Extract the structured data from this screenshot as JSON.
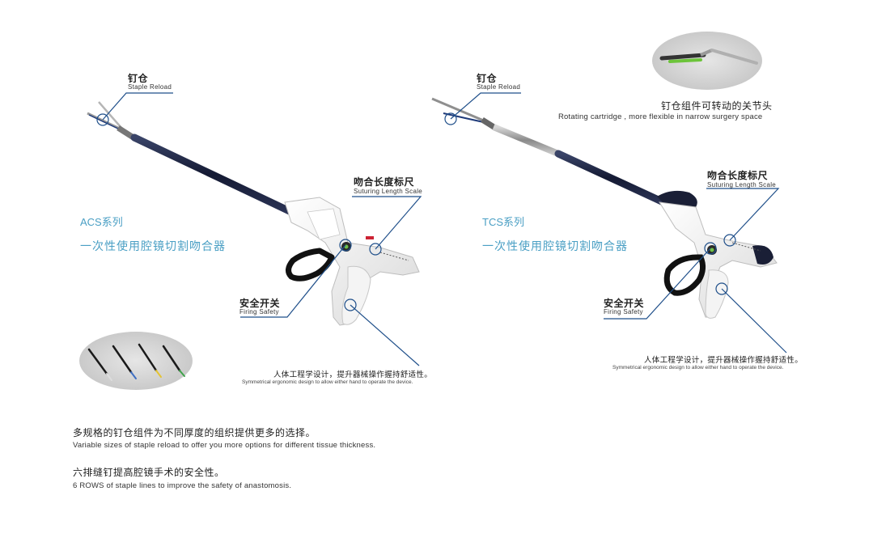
{
  "colors": {
    "accent": "#4a9fc4",
    "callout_line": "#1f4f8a",
    "shaft": "#1c2340",
    "handle": "#f2f2f2"
  },
  "left_product": {
    "series_name": "ACS系列",
    "series_desc": "一次性使用腔镜切割吻合器",
    "callout_reload_zh": "钉仓",
    "callout_reload_en": "Staple Reload",
    "callout_scale_zh": "吻合长度标尺",
    "callout_scale_en": "Suturing Length Scale",
    "callout_safety_zh": "安全开关",
    "callout_safety_en": "Firing Safety",
    "ergonomic_zh": "人体工程学设计，提升器械操作握持舒适性。",
    "ergonomic_en": "Symmetrical ergonomic design to allow either hand to operate the device."
  },
  "right_product": {
    "series_name": "TCS系列",
    "series_desc": "一次性使用腔镜切割吻合器",
    "callout_reload_zh": "钉仓",
    "callout_reload_en": "Staple Reload",
    "rotating_zh": "钉仓组件可转动的关节头",
    "rotating_en": "Rotating cartridge , more flexible in narrow surgery space",
    "callout_scale_zh": "吻合长度标尺",
    "callout_scale_en": "Suturing Length Scale",
    "callout_safety_zh": "安全开关",
    "callout_safety_en": "Firing Safety",
    "ergonomic_zh": "人体工程学设计，提升器械操作握持舒适性。",
    "ergonomic_en": "Symmetrical ergonomic design to allow either hand to operate the device."
  },
  "features": [
    {
      "zh": "多规格的钉仓组件为不同厚度的组织提供更多的选择。",
      "en": "Variable sizes of staple reload to offer you more options for different tissue thickness."
    },
    {
      "zh": "六排缝钉提高腔镜手术的安全性。",
      "en": "6 ROWS of staple lines to improve the safety of anastomosis."
    }
  ]
}
